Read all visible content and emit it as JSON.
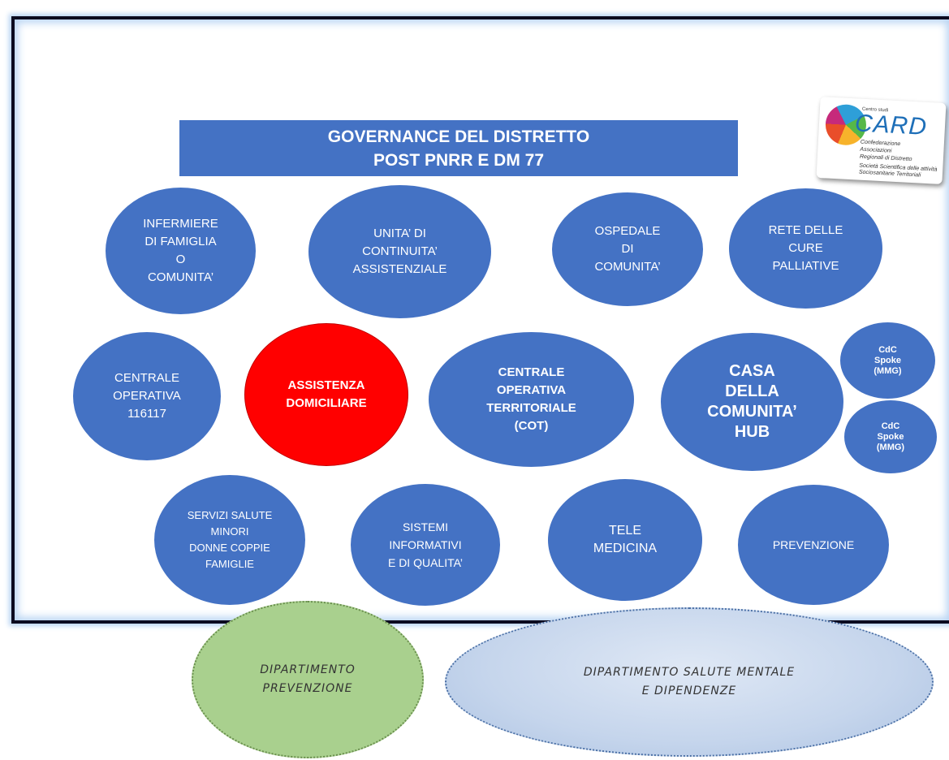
{
  "title": {
    "line1": "GOVERNANCE DEL DISTRETTO",
    "line2": "POST  PNRR E  DM 77"
  },
  "logo": {
    "small": "Centro studi",
    "name": "CARD",
    "line1": "Confederazione",
    "line2": "Associazioni",
    "line3": "Regionali di Distretto",
    "line4": "Società Scientifica delle attività",
    "line5": "Sociosanitarie Territoriali"
  },
  "nodes": {
    "infermiere": [
      "INFERMIERE",
      "DI FAMIGLIA",
      "O",
      "COMUNITA’"
    ],
    "unita": [
      "UNITA’ DI",
      "CONTINUITA’",
      "ASSISTENZIALE"
    ],
    "ospedale": [
      "OSPEDALE",
      "DI",
      "COMUNITA’"
    ],
    "rete": [
      "RETE DELLE",
      "CURE",
      "PALLIATIVE"
    ],
    "centrale116": [
      "CENTRALE",
      "OPERATIVA",
      "116117"
    ],
    "assistenza": [
      "ASSISTENZA",
      "DOMICILIARE"
    ],
    "cot": [
      "CENTRALE",
      "OPERATIVA",
      "TERRITORIALE",
      "(COT)"
    ],
    "casa": [
      "CASA",
      "DELLA",
      "COMUNITA’",
      "HUB"
    ],
    "spoke1": [
      "CdC",
      "Spoke",
      "(MMG)"
    ],
    "spoke2": [
      "CdC",
      "Spoke",
      "(MMG)"
    ],
    "servizi": [
      "SERVIZI SALUTE",
      "MINORI",
      "DONNE COPPIE",
      "FAMIGLIE"
    ],
    "sistemi": [
      "SISTEMI",
      "INFORMATIVI",
      "E DI QUALITA’"
    ],
    "tele": [
      "TELE",
      "MEDICINA"
    ],
    "prevenzione": [
      "PREVENZIONE"
    ]
  },
  "departments": {
    "prevenzione": [
      "DIPARTIMENTO",
      "PREVENZIONE"
    ],
    "salute_mentale": [
      "DIPARTIMENTO SALUTE MENTALE",
      "E DIPENDENZE"
    ]
  },
  "colors": {
    "node": "#4472c4",
    "highlight": "#ff0000",
    "dept_green": "#a9d08e",
    "dept_blue": "#c5d5ec"
  }
}
